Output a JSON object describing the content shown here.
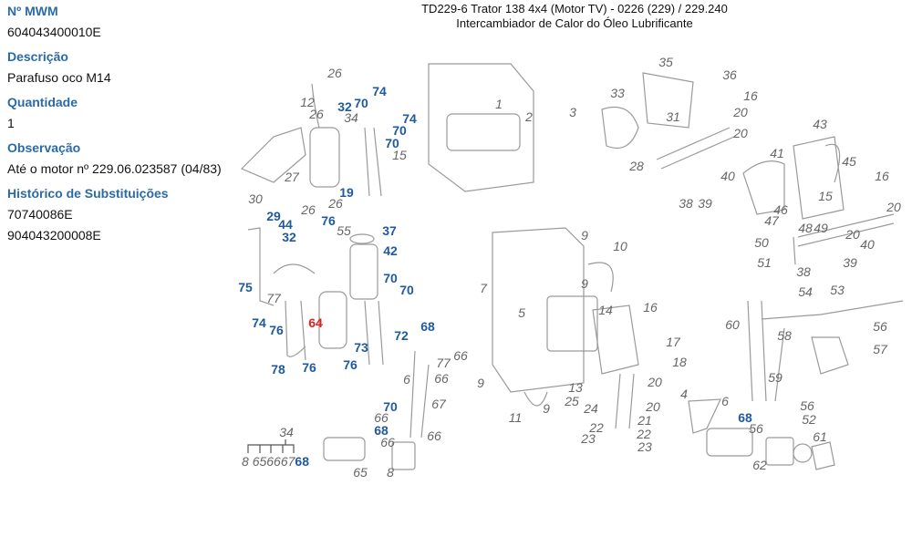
{
  "info": {
    "mwm_label": "Nº MWM",
    "mwm_value": "604043400010E",
    "description_label": "Descrição",
    "description_value": "Parafuso oco M14",
    "quantity_label": "Quantidade",
    "quantity_value": "1",
    "observation_label": "Observação",
    "observation_value": "Até o motor nº 229.06.023587 (04/83)",
    "history_label": "Histórico de Substituições",
    "history": [
      "70740086E",
      "904043200008E"
    ]
  },
  "diagram": {
    "title_line1": "TD229-6 Trator 138 4x4 (Motor TV) - 0226 (229)  /  229.240",
    "title_line2": "Intercambiador de Calor do Óleo Lubrificante",
    "kit_label": "34",
    "kit_items": [
      "8",
      "65",
      "66",
      "67",
      "68"
    ],
    "colors": {
      "highlight": "#e02020",
      "linked": "#1f5a9e",
      "plain": "#666666"
    },
    "callouts": [
      {
        "n": "26",
        "t": "g"
      },
      {
        "n": "12",
        "t": "g"
      },
      {
        "n": "26",
        "t": "g"
      },
      {
        "n": "32",
        "t": "b"
      },
      {
        "n": "70",
        "t": "b"
      },
      {
        "n": "74",
        "t": "b"
      },
      {
        "n": "34",
        "t": "g"
      },
      {
        "n": "74",
        "t": "b"
      },
      {
        "n": "70",
        "t": "b"
      },
      {
        "n": "70",
        "t": "b"
      },
      {
        "n": "15",
        "t": "g"
      },
      {
        "n": "27",
        "t": "g"
      },
      {
        "n": "30",
        "t": "g"
      },
      {
        "n": "19",
        "t": "b"
      },
      {
        "n": "26",
        "t": "g"
      },
      {
        "n": "26",
        "t": "g"
      },
      {
        "n": "29",
        "t": "b"
      },
      {
        "n": "44",
        "t": "b"
      },
      {
        "n": "32",
        "t": "b"
      },
      {
        "n": "76",
        "t": "b"
      },
      {
        "n": "55",
        "t": "g"
      },
      {
        "n": "37",
        "t": "b"
      },
      {
        "n": "42",
        "t": "b"
      },
      {
        "n": "75",
        "t": "b"
      },
      {
        "n": "77",
        "t": "g"
      },
      {
        "n": "70",
        "t": "b"
      },
      {
        "n": "70",
        "t": "b"
      },
      {
        "n": "74",
        "t": "b"
      },
      {
        "n": "76",
        "t": "b"
      },
      {
        "n": "64",
        "t": "r"
      },
      {
        "n": "73",
        "t": "b"
      },
      {
        "n": "72",
        "t": "b"
      },
      {
        "n": "68",
        "t": "b"
      },
      {
        "n": "66",
        "t": "g"
      },
      {
        "n": "77",
        "t": "g"
      },
      {
        "n": "66",
        "t": "g"
      },
      {
        "n": "78",
        "t": "b"
      },
      {
        "n": "76",
        "t": "b"
      },
      {
        "n": "76",
        "t": "b"
      },
      {
        "n": "6",
        "t": "g"
      },
      {
        "n": "70",
        "t": "b"
      },
      {
        "n": "67",
        "t": "g"
      },
      {
        "n": "66",
        "t": "g"
      },
      {
        "n": "68",
        "t": "b"
      },
      {
        "n": "66",
        "t": "g"
      },
      {
        "n": "66",
        "t": "g"
      },
      {
        "n": "65",
        "t": "g"
      },
      {
        "n": "8",
        "t": "g"
      },
      {
        "n": "1",
        "t": "g"
      },
      {
        "n": "2",
        "t": "g"
      },
      {
        "n": "3",
        "t": "g"
      },
      {
        "n": "35",
        "t": "g"
      },
      {
        "n": "36",
        "t": "g"
      },
      {
        "n": "33",
        "t": "g"
      },
      {
        "n": "16",
        "t": "g"
      },
      {
        "n": "31",
        "t": "g"
      },
      {
        "n": "20",
        "t": "g"
      },
      {
        "n": "20",
        "t": "g"
      },
      {
        "n": "28",
        "t": "g"
      },
      {
        "n": "40",
        "t": "g"
      },
      {
        "n": "38",
        "t": "g"
      },
      {
        "n": "39",
        "t": "g"
      },
      {
        "n": "43",
        "t": "g"
      },
      {
        "n": "41",
        "t": "g"
      },
      {
        "n": "45",
        "t": "g"
      },
      {
        "n": "16",
        "t": "g"
      },
      {
        "n": "15",
        "t": "g"
      },
      {
        "n": "46",
        "t": "g"
      },
      {
        "n": "20",
        "t": "g"
      },
      {
        "n": "47",
        "t": "g"
      },
      {
        "n": "48",
        "t": "g"
      },
      {
        "n": "49",
        "t": "g"
      },
      {
        "n": "20",
        "t": "g"
      },
      {
        "n": "50",
        "t": "g"
      },
      {
        "n": "40",
        "t": "g"
      },
      {
        "n": "51",
        "t": "g"
      },
      {
        "n": "39",
        "t": "g"
      },
      {
        "n": "38",
        "t": "g"
      },
      {
        "n": "9",
        "t": "g"
      },
      {
        "n": "10",
        "t": "g"
      },
      {
        "n": "7",
        "t": "g"
      },
      {
        "n": "9",
        "t": "g"
      },
      {
        "n": "5",
        "t": "g"
      },
      {
        "n": "14",
        "t": "g"
      },
      {
        "n": "16",
        "t": "g"
      },
      {
        "n": "17",
        "t": "g"
      },
      {
        "n": "18",
        "t": "g"
      },
      {
        "n": "20",
        "t": "g"
      },
      {
        "n": "9",
        "t": "g"
      },
      {
        "n": "13",
        "t": "g"
      },
      {
        "n": "25",
        "t": "g"
      },
      {
        "n": "20",
        "t": "g"
      },
      {
        "n": "24",
        "t": "g"
      },
      {
        "n": "9",
        "t": "g"
      },
      {
        "n": "11",
        "t": "g"
      },
      {
        "n": "21",
        "t": "g"
      },
      {
        "n": "22",
        "t": "g"
      },
      {
        "n": "22",
        "t": "g"
      },
      {
        "n": "23",
        "t": "g"
      },
      {
        "n": "23",
        "t": "g"
      },
      {
        "n": "54",
        "t": "g"
      },
      {
        "n": "53",
        "t": "g"
      },
      {
        "n": "60",
        "t": "g"
      },
      {
        "n": "56",
        "t": "g"
      },
      {
        "n": "58",
        "t": "g"
      },
      {
        "n": "57",
        "t": "g"
      },
      {
        "n": "59",
        "t": "g"
      },
      {
        "n": "4",
        "t": "g"
      },
      {
        "n": "6",
        "t": "g"
      },
      {
        "n": "56",
        "t": "g"
      },
      {
        "n": "68",
        "t": "b"
      },
      {
        "n": "56",
        "t": "g"
      },
      {
        "n": "52",
        "t": "g"
      },
      {
        "n": "61",
        "t": "g"
      },
      {
        "n": "62",
        "t": "g"
      }
    ]
  }
}
